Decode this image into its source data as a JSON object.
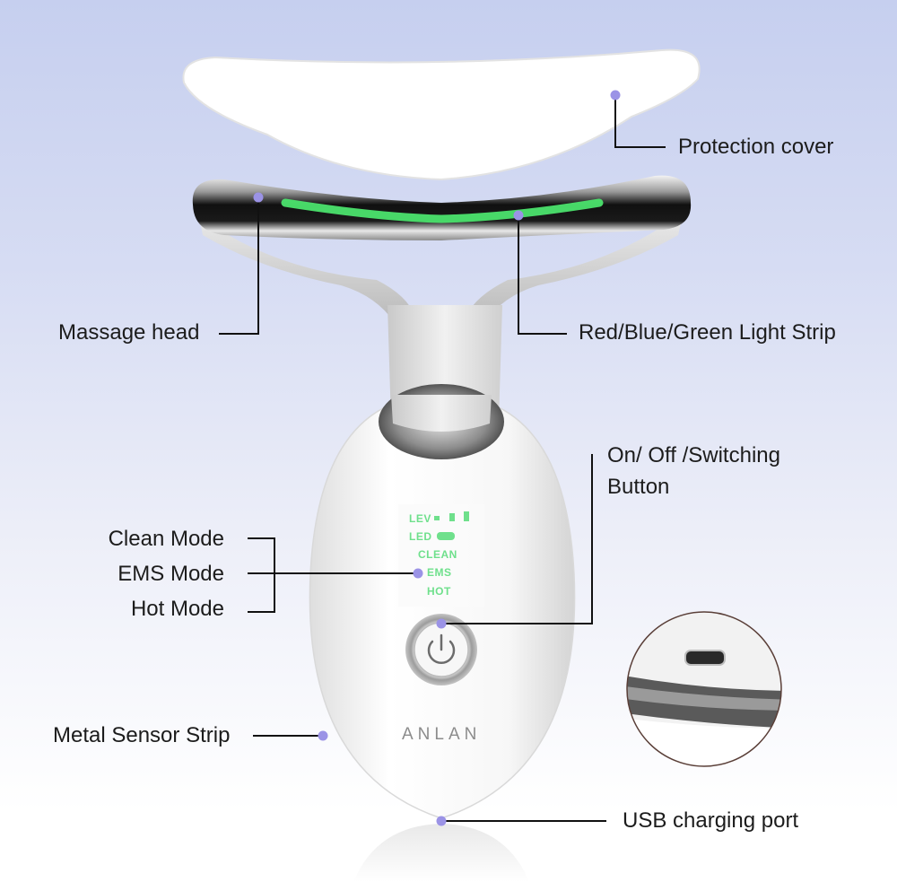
{
  "product": {
    "brand": "ANLAN",
    "screen": {
      "lines": [
        "LEV",
        "LED",
        "CLEAN",
        "EMS",
        "HOT"
      ]
    }
  },
  "callouts": [
    {
      "id": "protection-cover",
      "label": "Protection cover"
    },
    {
      "id": "massage-head",
      "label": "Massage head"
    },
    {
      "id": "light-strip",
      "label": "Red/Blue/Green Light Strip"
    },
    {
      "id": "power-button",
      "label": "On/ Off /Switching Button"
    },
    {
      "id": "clean-mode",
      "label": "Clean Mode"
    },
    {
      "id": "ems-mode",
      "label": "EMS Mode"
    },
    {
      "id": "hot-mode",
      "label": "Hot Mode"
    },
    {
      "id": "metal-sensor",
      "label": "Metal Sensor Strip"
    },
    {
      "id": "usb-port",
      "label": "USB charging port"
    }
  ],
  "colors": {
    "background_top": "#c6cfef",
    "background_bottom": "#ffffff",
    "marker_dot": "#9b93e6",
    "led_green": "#4be36d",
    "leader_line": "#111111",
    "inset_ring": "#5a3f38"
  }
}
